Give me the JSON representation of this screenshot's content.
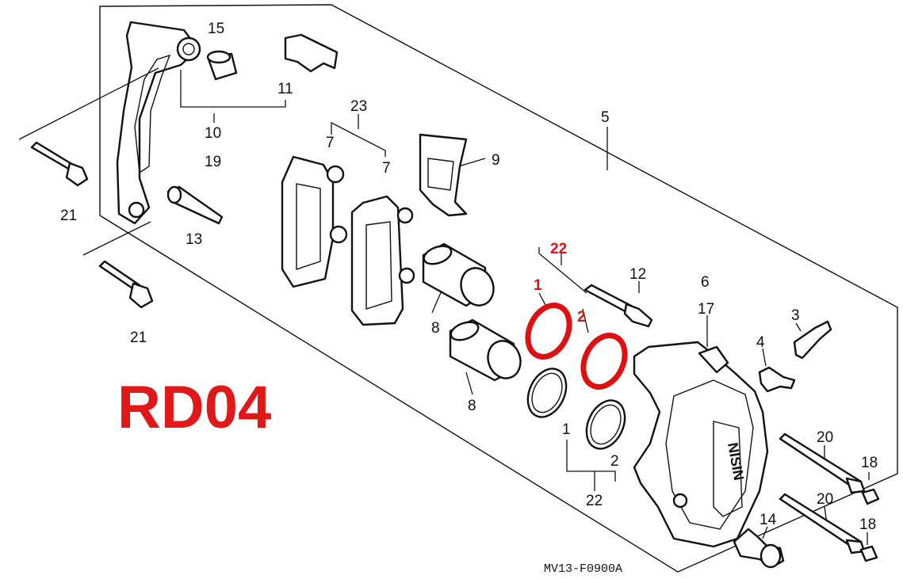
{
  "title": "RD04",
  "drawing_code": "MV13-F0900A",
  "accent_color": "#e01818",
  "labels": {
    "l15": "15",
    "l11": "11",
    "l10": "10",
    "l19": "19",
    "l21a": "21",
    "l21b": "21",
    "l13": "13",
    "l23": "23",
    "l7a": "7",
    "l7b": "7",
    "l9": "9",
    "l5": "5",
    "l8a": "8",
    "l8b": "8",
    "l22top": "22",
    "l1top": "1",
    "l2top": "2",
    "l1bot": "1",
    "l2bot": "2",
    "l22bot": "22",
    "l12": "12",
    "l6": "6",
    "l17": "17",
    "l3": "3",
    "l4": "4",
    "l20a": "20",
    "l20b": "20",
    "l18a": "18",
    "l18b": "18",
    "l14": "14"
  }
}
